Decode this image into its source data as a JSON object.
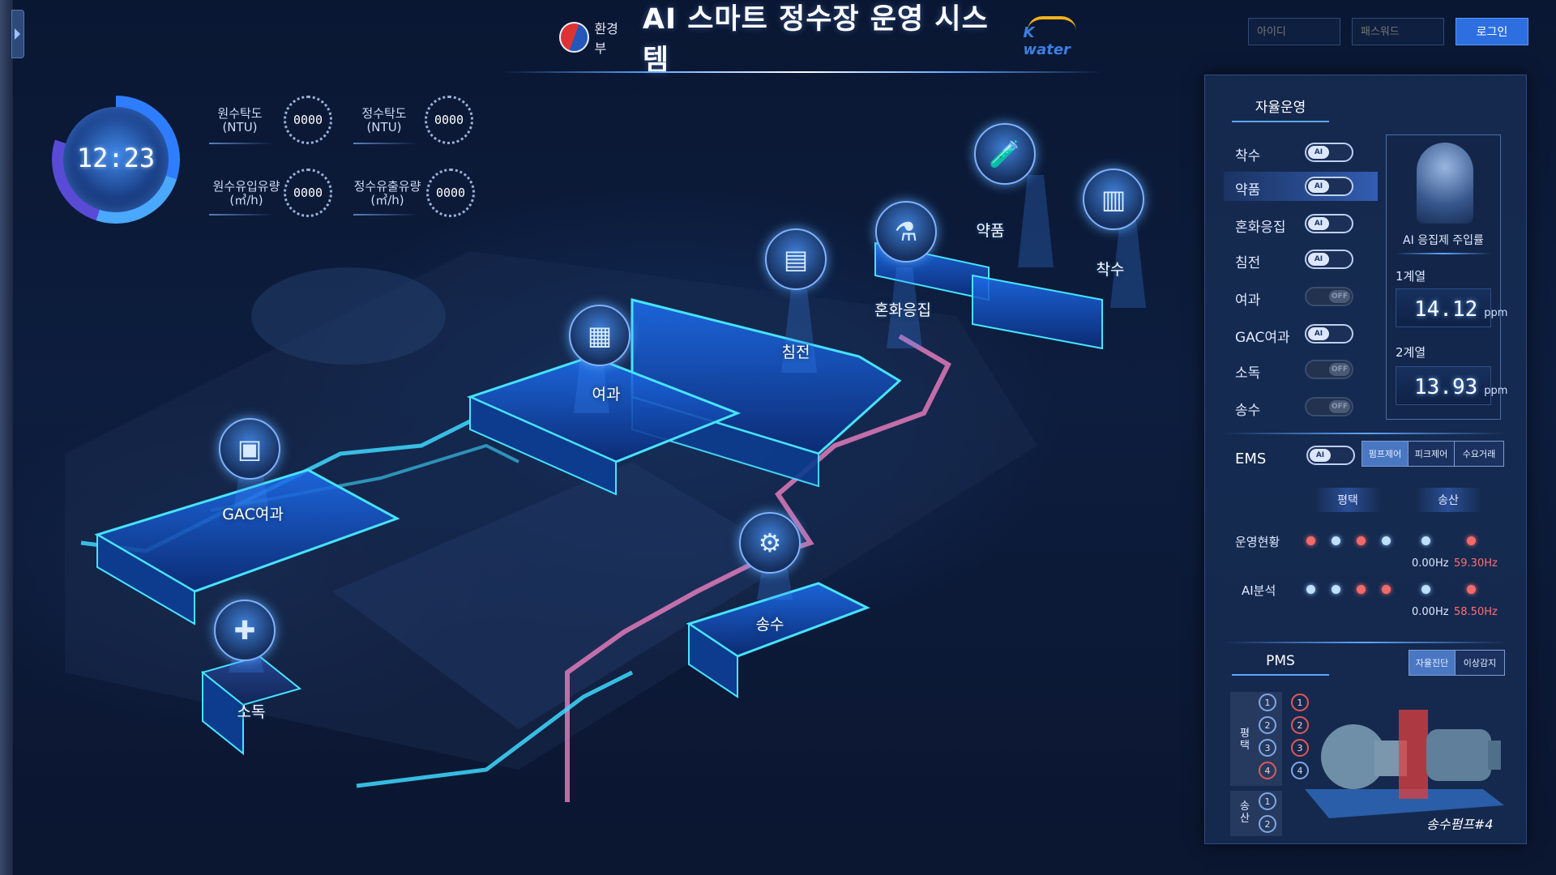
{
  "header": {
    "ministry": "환경부",
    "title": "AI 스마트 정수장 운영 시스템",
    "brand": "K water"
  },
  "login": {
    "id_placeholder": "아이디",
    "pw_placeholder": "패스워드",
    "button": "로그인"
  },
  "clock": {
    "time": "12:23"
  },
  "stats": [
    {
      "label": "원수탁도\n(NTU)",
      "value": "0000"
    },
    {
      "label": "정수탁도\n(NTU)",
      "value": "0000"
    },
    {
      "label": "원수유입유량\n(㎥/h)",
      "value": "0000"
    },
    {
      "label": "정수유출유량\n(㎥/h)",
      "value": "0000"
    }
  ],
  "plant_nodes": [
    {
      "label": "약품",
      "icon": "chemical-icon"
    },
    {
      "label": "착수",
      "icon": "intake-icon"
    },
    {
      "label": "혼화응집",
      "icon": "mixing-icon"
    },
    {
      "label": "침전",
      "icon": "sedimentation-icon"
    },
    {
      "label": "여과",
      "icon": "filter-icon"
    },
    {
      "label": "GAC여과",
      "icon": "gac-filter-icon"
    },
    {
      "label": "송수",
      "icon": "pump-icon"
    },
    {
      "label": "소독",
      "icon": "disinfection-icon"
    }
  ],
  "panel": {
    "auto_title": "자율운영",
    "auto_rows": [
      {
        "label": "착수",
        "state": "AI",
        "on": true
      },
      {
        "label": "약품",
        "state": "AI",
        "on": true,
        "selected": true
      },
      {
        "label": "혼화응집",
        "state": "AI",
        "on": true
      },
      {
        "label": "침전",
        "state": "AI",
        "on": true
      },
      {
        "label": "여과",
        "state": "OFF",
        "on": false
      },
      {
        "label": "GAC여과",
        "state": "AI",
        "on": true
      },
      {
        "label": "소독",
        "state": "OFF",
        "on": false
      },
      {
        "label": "송수",
        "state": "OFF",
        "on": false
      }
    ],
    "ai_card": {
      "title": "AI 응집제 주입률",
      "line1_label": "1계열",
      "line1_value": "14.12",
      "line2_label": "2계열",
      "line2_value": "13.93",
      "unit": "ppm"
    },
    "ems": {
      "label": "EMS",
      "toggle": "AI",
      "tabs": [
        "펌프제어",
        "피크제어",
        "수요거래"
      ],
      "sites": [
        "평택",
        "송산"
      ],
      "rows": [
        {
          "label": "운영현황",
          "dots": [
            "red",
            "blue",
            "red",
            "blue",
            "blue",
            "red"
          ],
          "hz1": "0.00Hz",
          "hz2": "59.30Hz"
        },
        {
          "label": "AI분석",
          "dots": [
            "blue",
            "blue",
            "red",
            "red",
            "blue",
            "red"
          ],
          "hz1": "0.00Hz",
          "hz2": "58.50Hz"
        }
      ]
    },
    "pms": {
      "label": "PMS",
      "tabs": [
        "자율진단",
        "이상감지"
      ],
      "group1": "평택",
      "group2": "송산",
      "pump_name": "송수펌프#4",
      "blue_nums": [
        "1",
        "2",
        "3",
        "4"
      ],
      "red_nums": [
        "1",
        "2",
        "3",
        "4"
      ],
      "group2_nums": [
        "1",
        "2"
      ]
    }
  },
  "colors": {
    "accent": "#2d6fe0",
    "glow": "#3fd8ff",
    "alert": "#ff6f6f",
    "pipe": "#e07ab8"
  }
}
